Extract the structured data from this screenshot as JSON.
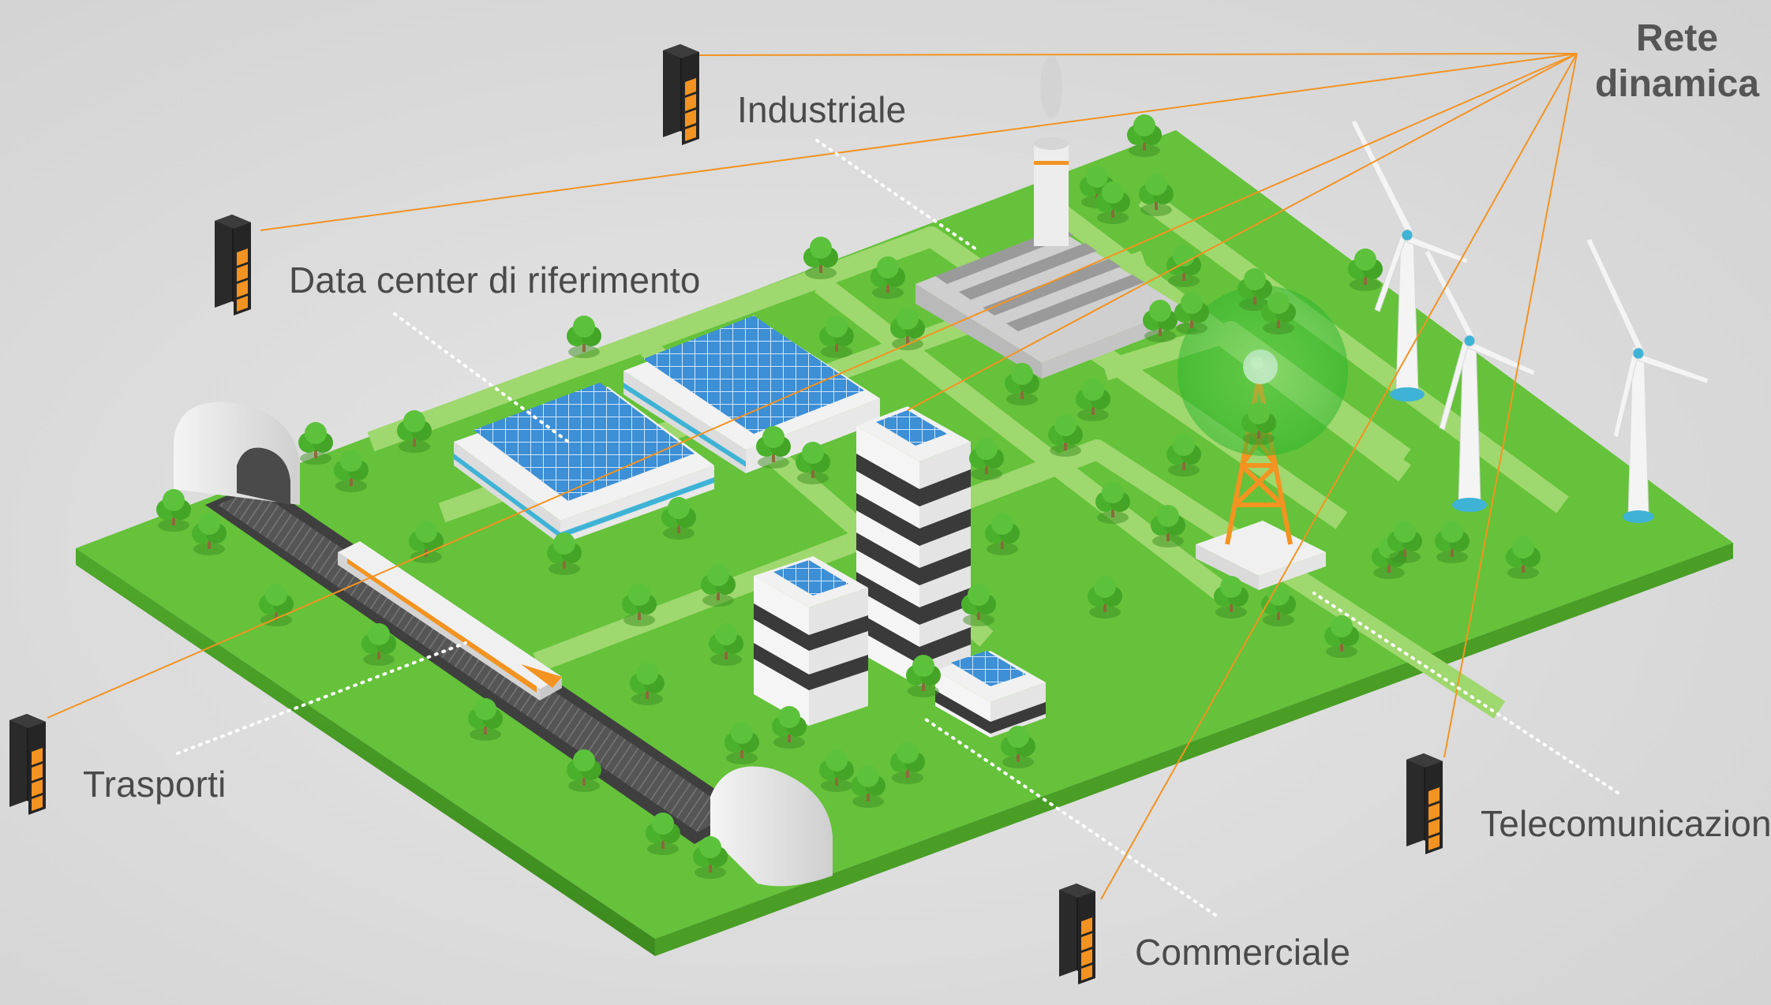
{
  "title": {
    "line1": "Rete",
    "line2": "dinamica"
  },
  "nodes": {
    "industrial": {
      "label": "Industriale"
    },
    "datacenter": {
      "label": "Data center di riferimento"
    },
    "trasporti": {
      "label": "Trasporti"
    },
    "commerciale": {
      "label": "Commerciale"
    },
    "telecom": {
      "label": "Telecomunicazioni"
    }
  },
  "colors": {
    "accent": "#f39321",
    "ground": "#66c23a",
    "road": "#9ed86a",
    "background": "#dcdcdc",
    "text": "#4a4a4a"
  },
  "icons": [
    "server-rack-icon",
    "wind-turbine-icon",
    "solar-panel-icon",
    "antenna-tower-icon",
    "train-icon",
    "tree-icon"
  ]
}
